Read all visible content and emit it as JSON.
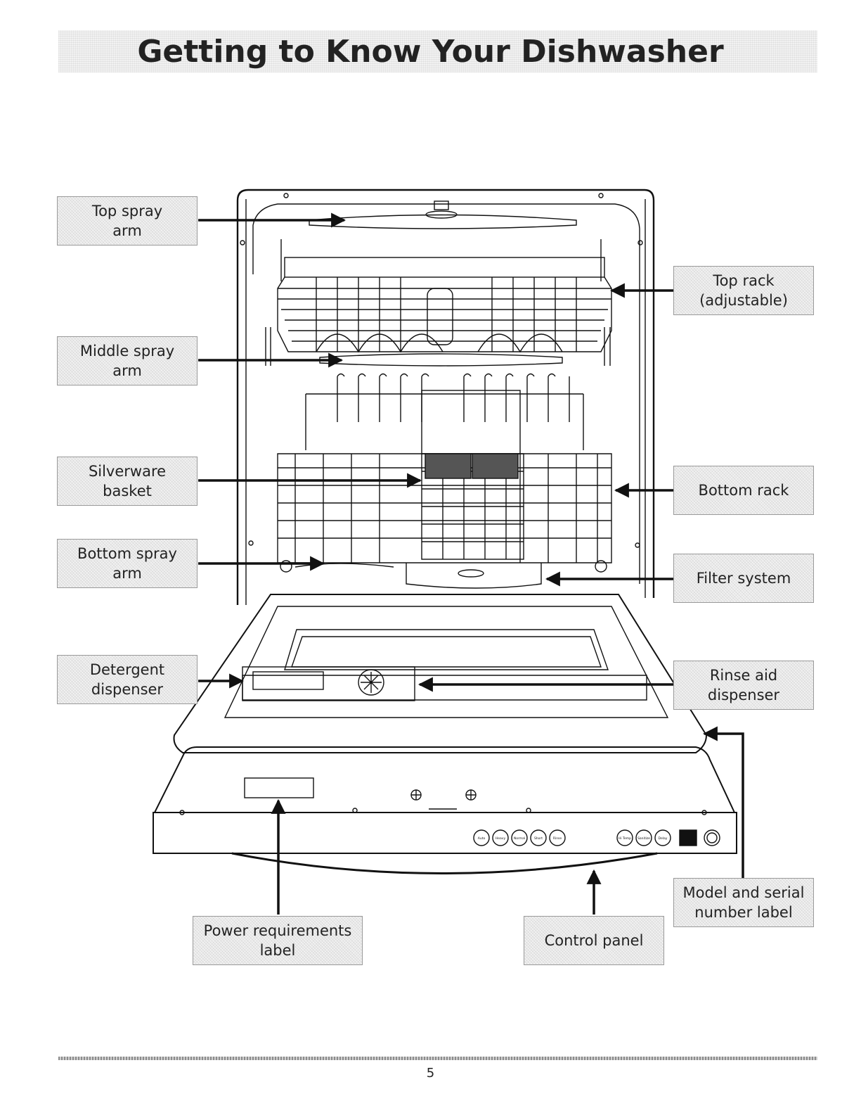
{
  "page": {
    "title": "Getting to Know Your Dishwasher",
    "page_number": "5"
  },
  "callouts": {
    "top_spray_arm": "Top spray\narm",
    "middle_spray_arm": "Middle spray\narm",
    "silverware_basket": "Silverware\nbasket",
    "bottom_spray_arm": "Bottom spray\narm",
    "detergent_dispenser": "Detergent\ndispenser",
    "top_rack": "Top rack\n(adjustable)",
    "bottom_rack": "Bottom rack",
    "filter_system": "Filter system",
    "rinse_aid_dispenser": "Rinse aid\ndispenser",
    "model_serial_label": "Model and serial\nnumber label",
    "control_panel": "Control panel",
    "power_requirements_label": "Power requirements\nlabel"
  },
  "control_buttons": [
    "Auto",
    "Heavy",
    "Normal",
    "Short",
    "Rinse",
    "Hi Temp",
    "Sanitize",
    "Delay"
  ],
  "colors": {
    "line": "#111111",
    "callout_bg": "#f2f2f2"
  }
}
